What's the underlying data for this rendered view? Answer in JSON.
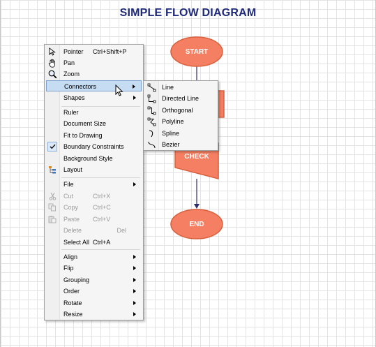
{
  "diagram": {
    "title": "SIMPLE FLOW DIAGRAM",
    "nodes": {
      "start": "START",
      "check": "CHECK",
      "end": "END"
    },
    "colors": {
      "node_fill": "#f47f62",
      "node_stroke": "#d9603d",
      "title": "#1f2a7a",
      "connector": "#2d2d6e"
    }
  },
  "context_menu": {
    "pointer": {
      "label": "Pointer",
      "shortcut": "Ctrl+Shift+P",
      "icon": "pointer-arrow-icon"
    },
    "pan": {
      "label": "Pan",
      "icon": "hand-icon"
    },
    "zoom": {
      "label": "Zoom",
      "icon": "magnifier-icon"
    },
    "connectors": {
      "label": "Connectors"
    },
    "shapes": {
      "label": "Shapes"
    },
    "ruler": {
      "label": "Ruler"
    },
    "document_size": {
      "label": "Document Size"
    },
    "fit_to_drawing": {
      "label": "Fit to Drawing"
    },
    "boundary_constraints": {
      "label": "Boundary Constraints",
      "checked": true,
      "icon": "checkmark-icon"
    },
    "background_style": {
      "label": "Background Style"
    },
    "layout": {
      "label": "Layout",
      "icon": "layout-tree-icon"
    },
    "file": {
      "label": "File"
    },
    "cut": {
      "label": "Cut",
      "shortcut": "Ctrl+X",
      "icon": "scissors-icon",
      "enabled": false
    },
    "copy": {
      "label": "Copy",
      "shortcut": "Ctrl+C",
      "icon": "copy-icon",
      "enabled": false
    },
    "paste": {
      "label": "Paste",
      "shortcut": "Ctrl+V",
      "icon": "paste-icon",
      "enabled": false
    },
    "delete": {
      "label": "Delete",
      "shortcut": "Del",
      "enabled": false
    },
    "select_all": {
      "label": "Select All",
      "shortcut": "Ctrl+A"
    },
    "align": {
      "label": "Align"
    },
    "flip": {
      "label": "Flip"
    },
    "grouping": {
      "label": "Grouping"
    },
    "order": {
      "label": "Order"
    },
    "rotate": {
      "label": "Rotate"
    },
    "resize": {
      "label": "Resize"
    }
  },
  "connectors_submenu": {
    "line": {
      "label": "Line",
      "icon": "line-connector-icon"
    },
    "directed_line": {
      "label": "Directed Line",
      "icon": "directed-line-icon"
    },
    "orthogonal": {
      "label": "Orthogonal",
      "icon": "orthogonal-connector-icon"
    },
    "polyline": {
      "label": "Polyline",
      "icon": "polyline-icon"
    },
    "spline": {
      "label": "Spline",
      "icon": "spline-icon"
    },
    "bezier": {
      "label": "Bezier",
      "icon": "bezier-icon"
    }
  }
}
